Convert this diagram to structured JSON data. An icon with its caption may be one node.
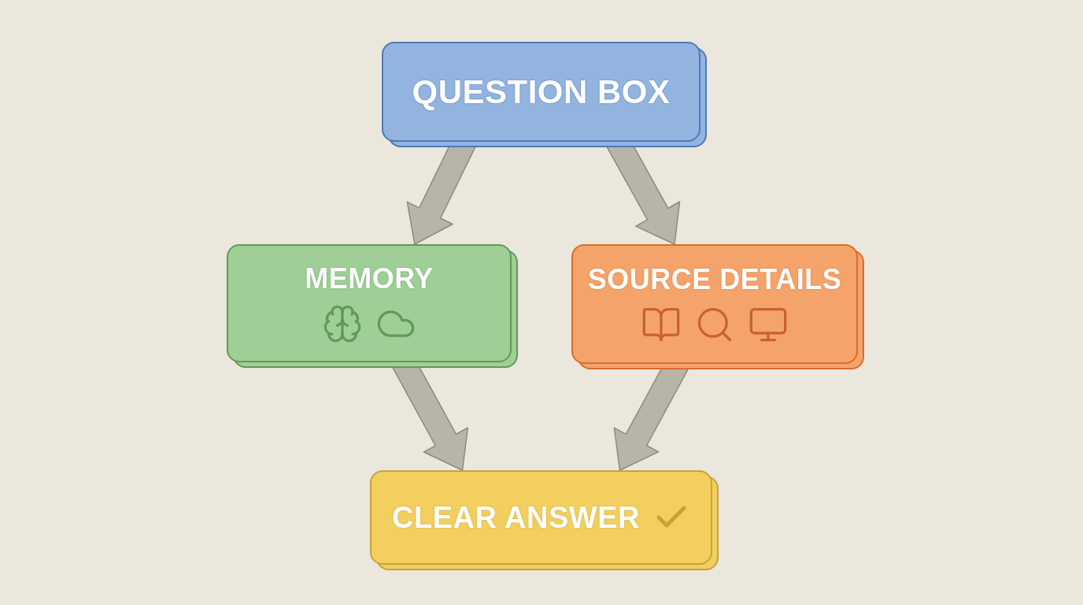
{
  "diagram": {
    "nodes": [
      {
        "text": [
          "QUESTION BOX"
        ]
      },
      {
        "text": [
          "MEMORY"
        ]
      },
      {
        "text": [
          "SOURCE DETAILS"
        ]
      },
      {
        "text": [
          "CLEAR ANSWER"
        ]
      }
    ],
    "edges": [
      {
        "from": 0,
        "to": 1,
        "arrow": "to"
      },
      {
        "from": 0,
        "to": 2,
        "arrow": "to"
      },
      {
        "from": 1,
        "to": 3,
        "arrow": "to"
      },
      {
        "from": 2,
        "to": 3,
        "arrow": "to"
      }
    ]
  }
}
